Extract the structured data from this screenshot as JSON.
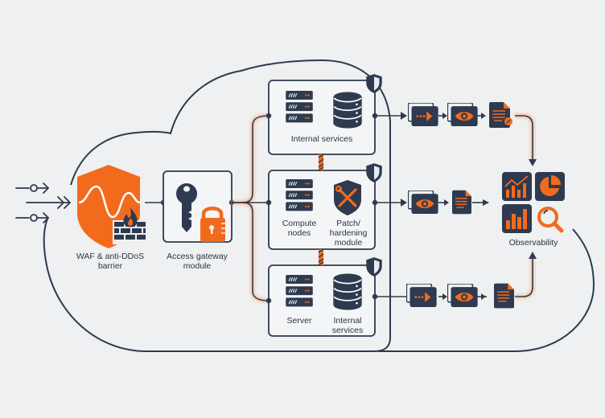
{
  "colors": {
    "background": "#eff0f1",
    "navy": "#2e3a4f",
    "orange": "#f26b1d",
    "glow": "#f7b58c",
    "white": "#ffffff"
  },
  "nodes": {
    "waf": {
      "label": "WAF & anti-DDoS\nbarrier",
      "icons": [
        "shield-wave-icon",
        "firewall-icon"
      ]
    },
    "gateway": {
      "label": "Access gateway\nmodule",
      "icons": [
        "key-icon",
        "padlock-icon"
      ]
    },
    "zone_top": {
      "label": "Internal services",
      "icons": [
        "server-rack-icon",
        "database-icon",
        "shield-icon"
      ]
    },
    "zone_mid": {
      "label_left": "Compute\nnodes",
      "label_right": "Patch/\nhardening\nmodule",
      "icons": [
        "server-rack-icon",
        "wrench-shield-icon",
        "shield-icon"
      ]
    },
    "zone_bot": {
      "label_left": "Server",
      "label_right": "Internal\nservices",
      "icons": [
        "server-rack-icon",
        "database-icon",
        "shield-icon"
      ]
    },
    "observability": {
      "label": "Observability",
      "icons": [
        "line-chart-icon",
        "pie-chart-icon",
        "bar-chart-icon",
        "magnifier-icon"
      ]
    }
  },
  "pipelines": [
    {
      "name": "top",
      "steps": [
        "forward-icon",
        "eye-icon",
        "log-document-icon"
      ]
    },
    {
      "name": "middle",
      "steps": [
        "eye-icon",
        "log-document-icon"
      ]
    },
    {
      "name": "bottom",
      "steps": [
        "forward-icon",
        "eye-icon",
        "log-document-icon"
      ]
    }
  ],
  "ingress_arrows": 3
}
